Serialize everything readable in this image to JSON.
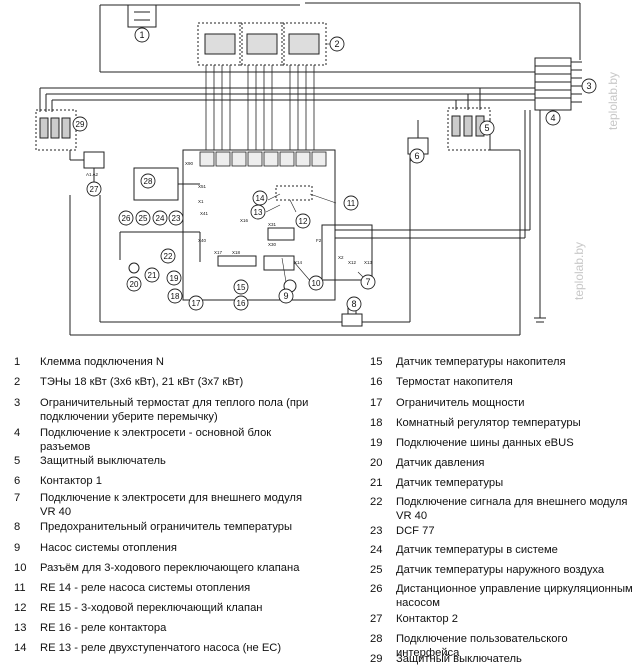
{
  "callouts": [
    "1",
    "2",
    "3",
    "4",
    "5",
    "6",
    "7",
    "8",
    "9",
    "10",
    "11",
    "12",
    "13",
    "14",
    "15",
    "16",
    "17",
    "18",
    "19",
    "20",
    "21",
    "22",
    "23",
    "24",
    "25",
    "26",
    "27",
    "28",
    "29"
  ],
  "board_labels": {
    "x90": "X90",
    "x51": "X51",
    "x1": "X1",
    "x41": "X41",
    "x40": "X40",
    "x17": "X17",
    "x18": "X18",
    "x2": "X2",
    "x12": "X12",
    "x13": "X13",
    "x14": "X14",
    "x16": "X16",
    "x31": "X31",
    "x30": "X30",
    "f2": "F2",
    "terminal_a": "A1 A2",
    "terminal_b": "A1 A2"
  },
  "watermark": "teplolab.by",
  "legend_left": [
    {
      "num": "1",
      "text": "Клемма подключения N"
    },
    {
      "num": "2",
      "text": "ТЭНы 18 кВт (3х6 кВт), 21 кВт (3х7 кВт)"
    },
    {
      "num": "3",
      "text": "Ограничительный термостат для теплого пола (при подключении уберите перемычку)"
    },
    {
      "num": "4",
      "text": "Подключение к электросети - основной блок разъемов"
    },
    {
      "num": "5",
      "text": "Защитный выключатель"
    },
    {
      "num": "6",
      "text": "Контактор 1"
    },
    {
      "num": "7",
      "text": "Подключение к электросети для внешнего модуля VR 40"
    },
    {
      "num": "8",
      "text": "Предохранительный ограничитель температуры"
    },
    {
      "num": "9",
      "text": "Насос системы отопления"
    },
    {
      "num": "10",
      "text": "Разъём для 3-ходового переключающего клапана"
    },
    {
      "num": "11",
      "text": "RE 14 - реле насоса системы отопления"
    },
    {
      "num": "12",
      "text": "RE 15 - 3-ходовой переключающий клапан"
    },
    {
      "num": "13",
      "text": "RE 16 - реле контактора"
    },
    {
      "num": "14",
      "text": "RE 13 - реле двухступенчатого насоса (не ЕС)"
    }
  ],
  "legend_right": [
    {
      "num": "15",
      "text": "Датчик температуры накопителя"
    },
    {
      "num": "16",
      "text": "Термостат накопителя"
    },
    {
      "num": "17",
      "text": "Ограничитель мощности"
    },
    {
      "num": "18",
      "text": "Комнатный регулятор температуры"
    },
    {
      "num": "19",
      "text": "Подключение шины данных eBUS"
    },
    {
      "num": "20",
      "text": "Датчик давления"
    },
    {
      "num": "21",
      "text": "Датчик температуры"
    },
    {
      "num": "22",
      "text": "Подключение сигнала для внешнего модуля VR 40"
    },
    {
      "num": "23",
      "text": "DCF 77"
    },
    {
      "num": "24",
      "text": "Датчик температуры в системе"
    },
    {
      "num": "25",
      "text": "Датчик температуры наружного воздуха"
    },
    {
      "num": "26",
      "text": "Дистанционное управление циркуляционным насосом"
    },
    {
      "num": "27",
      "text": "Контактор 2"
    },
    {
      "num": "28",
      "text": "Подключение пользовательского интерфейса"
    },
    {
      "num": "29",
      "text": "Защитный выключатель"
    }
  ]
}
